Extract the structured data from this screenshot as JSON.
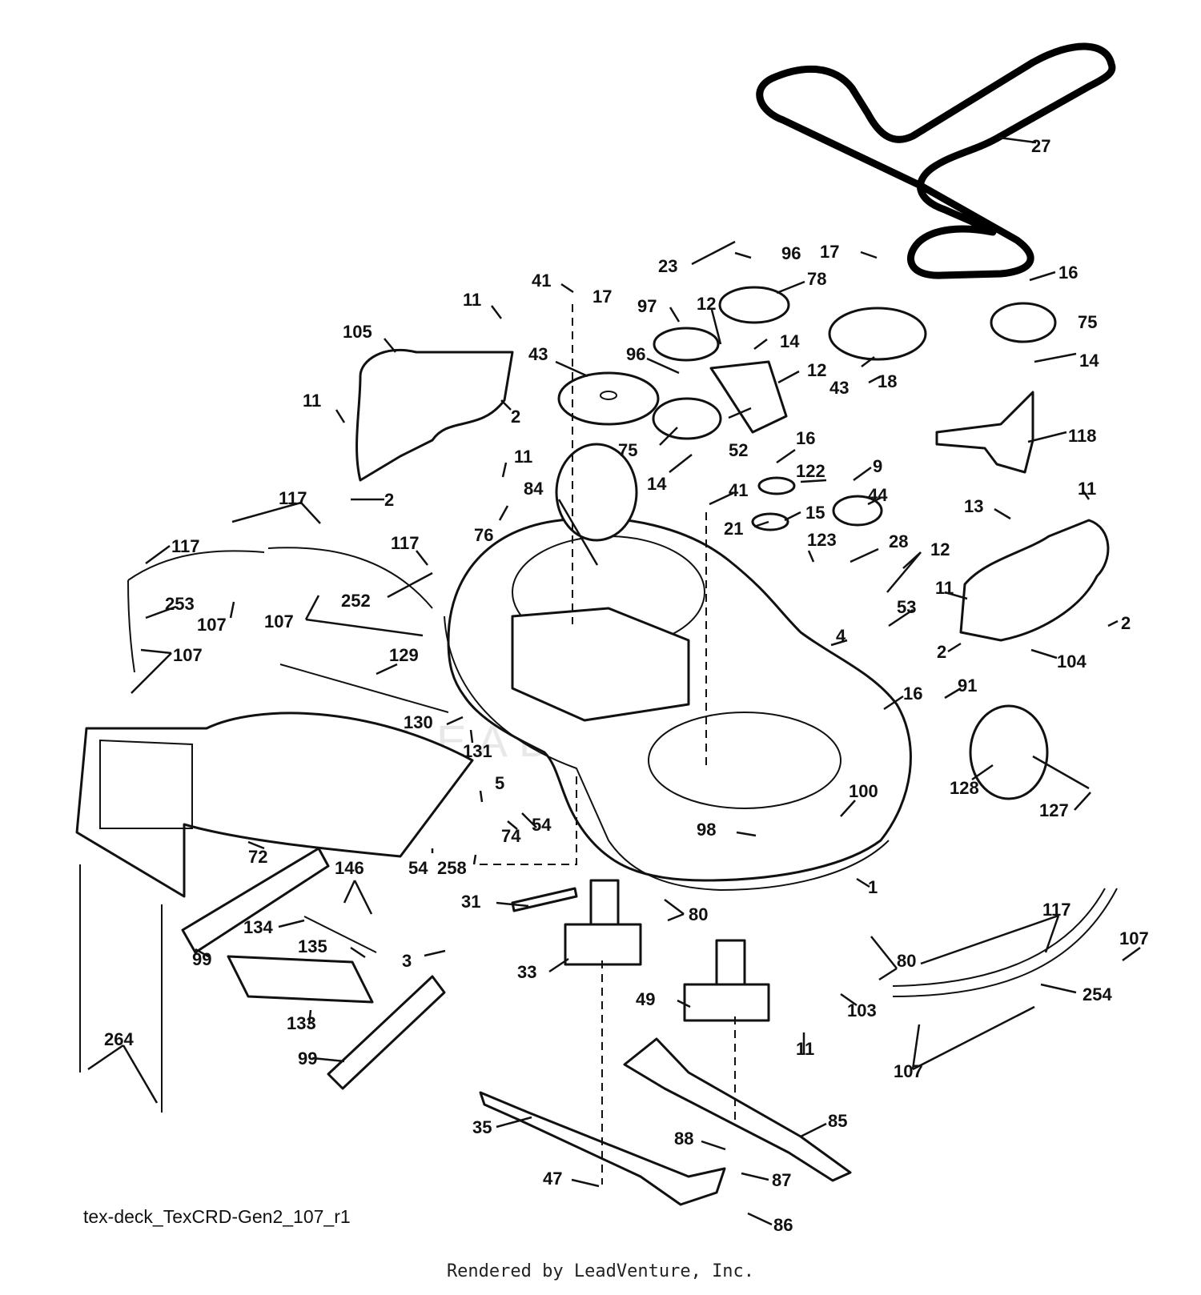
{
  "diagram": {
    "reference_id": "tex-deck_TexCRD-Gen2_107_r1",
    "credit": "Rendered by LeadVenture, Inc.",
    "watermark": "LEADVENTURE",
    "callouts": [
      {
        "id": "c-27",
        "label": "27"
      },
      {
        "id": "c-17a",
        "label": "17"
      },
      {
        "id": "c-16a",
        "label": "16"
      },
      {
        "id": "c-96a",
        "label": "96"
      },
      {
        "id": "c-23",
        "label": "23"
      },
      {
        "id": "c-78",
        "label": "78"
      },
      {
        "id": "c-41a",
        "label": "41"
      },
      {
        "id": "c-17b",
        "label": "17"
      },
      {
        "id": "c-97",
        "label": "97"
      },
      {
        "id": "c-12a",
        "label": "12"
      },
      {
        "id": "c-75a",
        "label": "75"
      },
      {
        "id": "c-11a",
        "label": "11"
      },
      {
        "id": "c-105",
        "label": "105"
      },
      {
        "id": "c-43a",
        "label": "43"
      },
      {
        "id": "c-96b",
        "label": "96"
      },
      {
        "id": "c-14a",
        "label": "14"
      },
      {
        "id": "c-12b",
        "label": "12"
      },
      {
        "id": "c-43b",
        "label": "43"
      },
      {
        "id": "c-14b",
        "label": "14"
      },
      {
        "id": "c-18",
        "label": "18"
      },
      {
        "id": "c-2a",
        "label": "2"
      },
      {
        "id": "c-11b",
        "label": "11"
      },
      {
        "id": "c-75b",
        "label": "75"
      },
      {
        "id": "c-52",
        "label": "52"
      },
      {
        "id": "c-16b",
        "label": "16"
      },
      {
        "id": "c-118",
        "label": "118"
      },
      {
        "id": "c-11c",
        "label": "11"
      },
      {
        "id": "c-14c",
        "label": "14"
      },
      {
        "id": "c-122",
        "label": "122"
      },
      {
        "id": "c-9",
        "label": "9"
      },
      {
        "id": "c-2b",
        "label": "2"
      },
      {
        "id": "c-117a",
        "label": "117"
      },
      {
        "id": "c-84",
        "label": "84"
      },
      {
        "id": "c-41b",
        "label": "41"
      },
      {
        "id": "c-44",
        "label": "44"
      },
      {
        "id": "c-11d",
        "label": "11"
      },
      {
        "id": "c-13",
        "label": "13"
      },
      {
        "id": "c-21",
        "label": "21"
      },
      {
        "id": "c-15",
        "label": "15"
      },
      {
        "id": "c-117b",
        "label": "117"
      },
      {
        "id": "c-76",
        "label": "76"
      },
      {
        "id": "c-117c",
        "label": "117"
      },
      {
        "id": "c-123",
        "label": "123"
      },
      {
        "id": "c-28",
        "label": "28"
      },
      {
        "id": "c-12c",
        "label": "12"
      },
      {
        "id": "c-253",
        "label": "253"
      },
      {
        "id": "c-252",
        "label": "252"
      },
      {
        "id": "c-11e",
        "label": "11"
      },
      {
        "id": "c-107a",
        "label": "107"
      },
      {
        "id": "c-107b",
        "label": "107"
      },
      {
        "id": "c-53",
        "label": "53"
      },
      {
        "id": "c-2c",
        "label": "2"
      },
      {
        "id": "c-4",
        "label": "4"
      },
      {
        "id": "c-2d",
        "label": "2"
      },
      {
        "id": "c-107c",
        "label": "107"
      },
      {
        "id": "c-104",
        "label": "104"
      },
      {
        "id": "c-129",
        "label": "129"
      },
      {
        "id": "c-16c",
        "label": "16"
      },
      {
        "id": "c-91",
        "label": "91"
      },
      {
        "id": "c-130",
        "label": "130"
      },
      {
        "id": "c-131",
        "label": "131"
      },
      {
        "id": "c-5",
        "label": "5"
      },
      {
        "id": "c-128",
        "label": "128"
      },
      {
        "id": "c-100",
        "label": "100"
      },
      {
        "id": "c-127",
        "label": "127"
      },
      {
        "id": "c-74",
        "label": "74"
      },
      {
        "id": "c-54a",
        "label": "54"
      },
      {
        "id": "c-98",
        "label": "98"
      },
      {
        "id": "c-72",
        "label": "72"
      },
      {
        "id": "c-54b",
        "label": "54"
      },
      {
        "id": "c-258",
        "label": "258"
      },
      {
        "id": "c-146",
        "label": "146"
      },
      {
        "id": "c-1",
        "label": "1"
      },
      {
        "id": "c-31",
        "label": "31"
      },
      {
        "id": "c-80a",
        "label": "80"
      },
      {
        "id": "c-117d",
        "label": "117"
      },
      {
        "id": "c-134",
        "label": "134"
      },
      {
        "id": "c-107d",
        "label": "107"
      },
      {
        "id": "c-135",
        "label": "135"
      },
      {
        "id": "c-99a",
        "label": "99"
      },
      {
        "id": "c-80b",
        "label": "80"
      },
      {
        "id": "c-3",
        "label": "3"
      },
      {
        "id": "c-33",
        "label": "33"
      },
      {
        "id": "c-254",
        "label": "254"
      },
      {
        "id": "c-49",
        "label": "49"
      },
      {
        "id": "c-103",
        "label": "103"
      },
      {
        "id": "c-133",
        "label": "133"
      },
      {
        "id": "c-264",
        "label": "264"
      },
      {
        "id": "c-11f",
        "label": "11"
      },
      {
        "id": "c-107e",
        "label": "107"
      },
      {
        "id": "c-99b",
        "label": "99"
      },
      {
        "id": "c-85",
        "label": "85"
      },
      {
        "id": "c-35",
        "label": "35"
      },
      {
        "id": "c-88",
        "label": "88"
      },
      {
        "id": "c-47",
        "label": "47"
      },
      {
        "id": "c-87",
        "label": "87"
      },
      {
        "id": "c-86",
        "label": "86"
      }
    ]
  }
}
